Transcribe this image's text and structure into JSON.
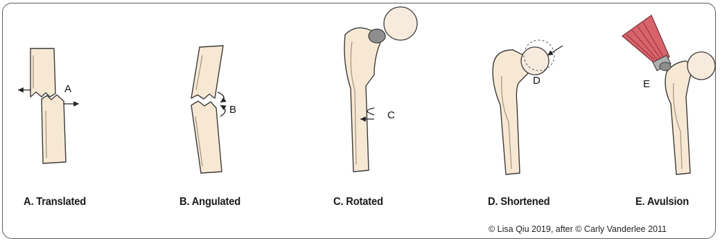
{
  "panels": [
    {
      "letter": "A",
      "caption": "A. Translated"
    },
    {
      "letter": "B",
      "caption": "B. Angulated"
    },
    {
      "letter": "C",
      "caption": "C. Rotated"
    },
    {
      "letter": "D",
      "caption": "D. Shortened"
    },
    {
      "letter": "E",
      "caption": "E. Avulsion"
    }
  ],
  "credit": "© Lisa Qiu 2019, after © Carly Vanderlee 2011",
  "colors": {
    "bone": "#f6e8d3",
    "outline": "#3a3a3a",
    "shade": "#c9b79e",
    "muscle": "#d9636b",
    "frame": "#5a5a5a"
  }
}
